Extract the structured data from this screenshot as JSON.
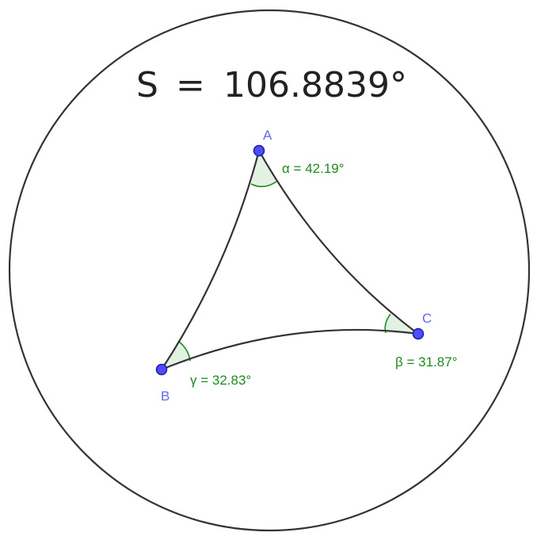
{
  "colors": {
    "background": "#ffffff",
    "disk_stroke": "#333333",
    "edge_stroke": "#333333",
    "text": "#222222",
    "point_fill": "#4d4dff",
    "point_stroke": "#1a1aa8",
    "point_label": "#6666ee",
    "angle_fill": "#e3f1e3",
    "angle_stroke": "#1f8a1f",
    "angle_label": "#1f8a1f"
  },
  "sum": {
    "symbol": "S",
    "equals": "=",
    "value": "106.8839°"
  },
  "points": {
    "a": {
      "label": "A"
    },
    "b": {
      "label": "B"
    },
    "c": {
      "label": "C"
    }
  },
  "angles": {
    "alpha": {
      "text": "α = 42.19°"
    },
    "beta": {
      "text": "β = 31.87°"
    },
    "gamma": {
      "text": "γ = 32.83°"
    }
  }
}
